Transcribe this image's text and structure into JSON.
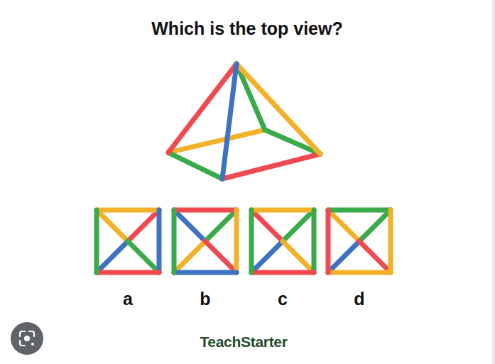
{
  "diagram": {
    "title": "Which is the top view?",
    "labels": [
      "a",
      "b",
      "c",
      "d",
      "TeachStarter"
    ]
  }
}
